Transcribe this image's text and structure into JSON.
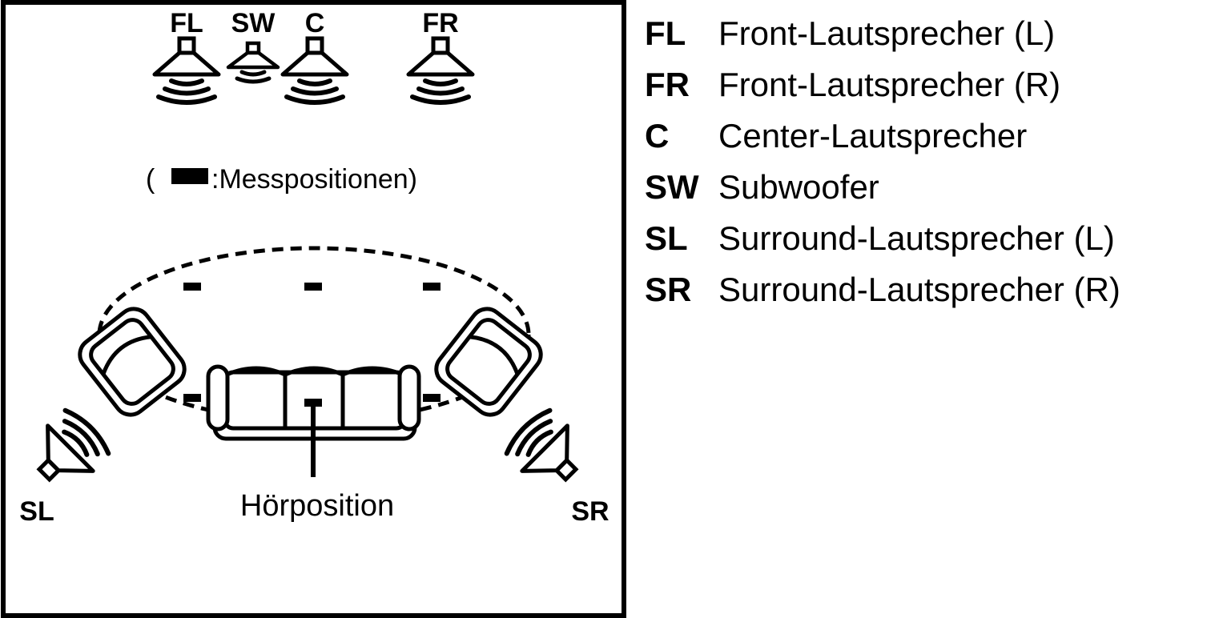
{
  "diagram": {
    "speaker_labels": {
      "fl": "FL",
      "sw": "SW",
      "c": "C",
      "fr": "FR",
      "sl": "SL",
      "sr": "SR"
    },
    "measurement_note_open": "(",
    "measurement_note_text": ":Messpositionen)",
    "listening_position_label": "Hörposition",
    "measurement_positions_count": 6
  },
  "legend": {
    "items": [
      {
        "code": "FL",
        "desc": "Front-Lautsprecher (L)"
      },
      {
        "code": "FR",
        "desc": "Front-Lautsprecher (R)"
      },
      {
        "code": "C",
        "desc": "Center-Lautsprecher"
      },
      {
        "code": "SW",
        "desc": "Subwoofer"
      },
      {
        "code": "SL",
        "desc": "Surround-Lautsprecher (L)"
      },
      {
        "code": "SR",
        "desc": "Surround-Lautsprecher (R)"
      }
    ]
  },
  "colors": {
    "ink": "#000000",
    "background": "#ffffff"
  }
}
